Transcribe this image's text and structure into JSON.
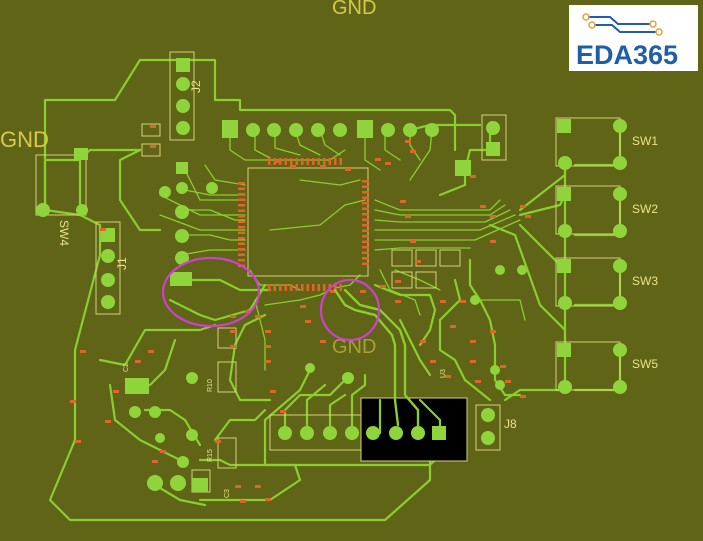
{
  "logo": {
    "text": "EDA365",
    "color": "#1e5fa8",
    "accent": "#e8a13a"
  },
  "net_labels": [
    {
      "key": "gnd_top",
      "text": "GND"
    },
    {
      "key": "gnd_left",
      "text": "GND"
    },
    {
      "key": "gnd_mid",
      "text": "GND"
    }
  ],
  "ref_designators": {
    "j2": "J2",
    "j1": "J1",
    "j8": "J8",
    "sw1": "SW1",
    "sw2": "SW2",
    "sw3": "SW3",
    "sw4": "SW4",
    "sw5": "SW5",
    "u3": "U3",
    "r10": "R10",
    "r15": "R15",
    "c3": "C3",
    "c2": "C2"
  },
  "highlights": [
    {
      "name": "left-annotation-circle",
      "color": "#d040d0"
    },
    {
      "name": "center-annotation-circle",
      "color": "#d040d0"
    }
  ],
  "colors": {
    "board": "#5f6416",
    "trace": "#89cf2e",
    "pad": "#8fd43a",
    "smd_pad": "#e0652a",
    "silkscreen": "#d6d27a",
    "net_label": "#d9c94a",
    "connector_fill": "#000000",
    "annotation": "#d040d0"
  }
}
